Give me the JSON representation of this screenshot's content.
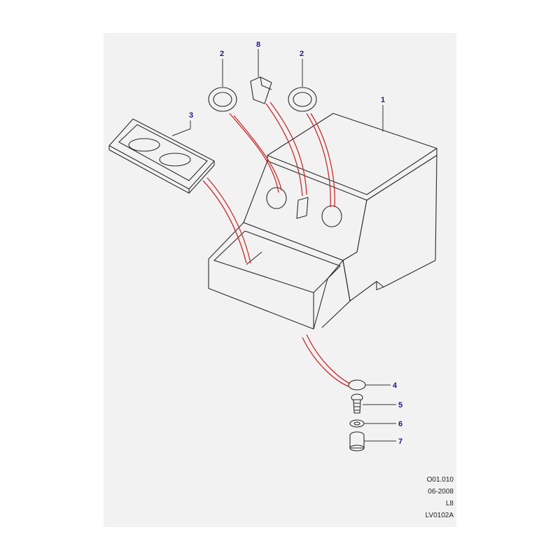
{
  "callouts": {
    "c1": "1",
    "c2a": "2",
    "c2b": "2",
    "c3": "3",
    "c4": "4",
    "c5": "5",
    "c6": "6",
    "c7": "7",
    "c8": "8"
  },
  "reference": {
    "code": "O01.010",
    "date": "06-2008",
    "model": "L8",
    "drawing": "LV0102A"
  },
  "colors": {
    "background": "#f2f2f2",
    "outline": "#2a2a2a",
    "leader_red": "#c92a2a",
    "callout_text": "#1a1a8c"
  }
}
